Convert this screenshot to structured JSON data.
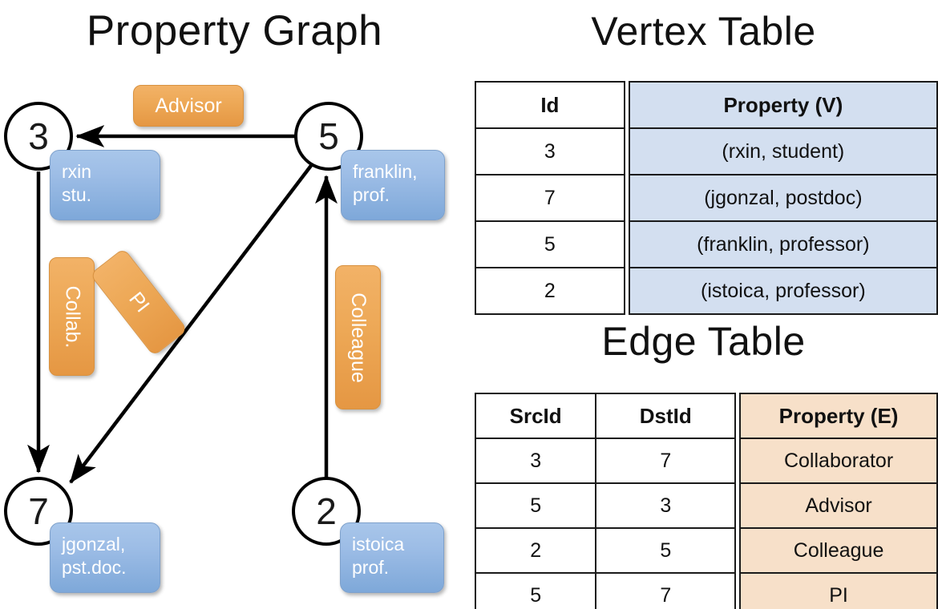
{
  "titles": {
    "property_graph": "Property Graph",
    "vertex_table": "Vertex Table",
    "edge_table": "Edge Table"
  },
  "graph": {
    "vertices": [
      {
        "id": "3",
        "property": "rxin\nstu."
      },
      {
        "id": "5",
        "property": "franklin,\nprof."
      },
      {
        "id": "7",
        "property": "jgonzal,\npst.doc."
      },
      {
        "id": "2",
        "property": "istoica\nprof."
      }
    ],
    "vertex_labels": {
      "v3": "3",
      "v5": "5",
      "v7": "7",
      "v2": "2"
    },
    "property_boxes": {
      "rxin_line1": "rxin",
      "rxin_line2": "stu.",
      "franklin_line1": "franklin,",
      "franklin_line2": "prof.",
      "jgonzal_line1": "jgonzal,",
      "jgonzal_line2": "pst.doc.",
      "istoica_line1": "istoica",
      "istoica_line2": "prof."
    },
    "edge_labels": {
      "advisor": "Advisor",
      "collab": "Collab.",
      "pi": "PI",
      "colleague": "Colleague"
    },
    "edges": [
      {
        "from": "5",
        "to": "3",
        "label": "Advisor"
      },
      {
        "from": "3",
        "to": "7",
        "label": "Collab."
      },
      {
        "from": "5",
        "to": "7",
        "label": "PI"
      },
      {
        "from": "2",
        "to": "5",
        "label": "Colleague"
      }
    ]
  },
  "vertex_table": {
    "headers": [
      "Id",
      "Property (V)"
    ],
    "rows": [
      {
        "id": "3",
        "property": "(rxin, student)"
      },
      {
        "id": "7",
        "property": "(jgonzal, postdoc)"
      },
      {
        "id": "5",
        "property": "(franklin, professor)"
      },
      {
        "id": "2",
        "property": "(istoica, professor)"
      }
    ]
  },
  "edge_table": {
    "headers": [
      "SrcId",
      "DstId",
      "Property (E)"
    ],
    "rows": [
      {
        "src": "3",
        "dst": "7",
        "property": "Collaborator"
      },
      {
        "src": "5",
        "dst": "3",
        "property": "Advisor"
      },
      {
        "src": "2",
        "dst": "5",
        "property": "Colleague"
      },
      {
        "src": "5",
        "dst": "7",
        "property": "PI"
      }
    ]
  },
  "colors": {
    "vertex_property_blue": "#9dbde6",
    "edge_label_orange": "#eda856",
    "table_blue_cell": "#d3dff0",
    "table_orange_cell": "#f7e0c9",
    "stroke": "#000000"
  }
}
